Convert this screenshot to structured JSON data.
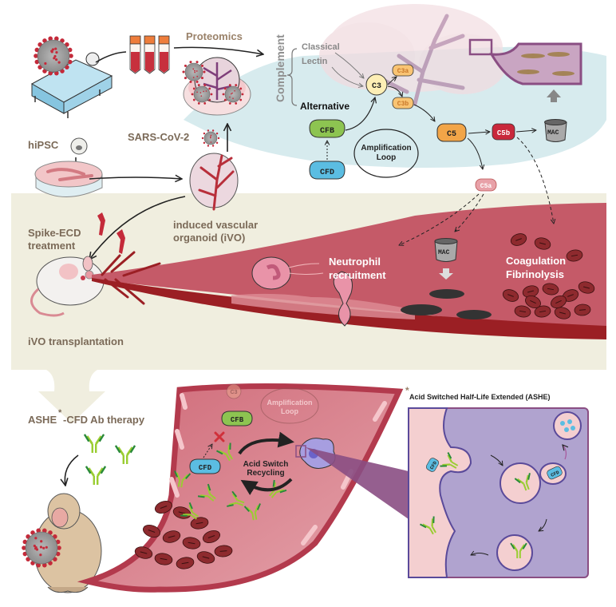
{
  "top": {
    "proteomics": "Proteomics",
    "sars_cov_2": "SARS-CoV-2",
    "hipsc": "hiPSC",
    "ivo_line1": "induced vascular",
    "ivo_line2": "organoid (iVO)",
    "spike_line1": "Spike-ECD",
    "spike_line2": "treatment",
    "transplant": "iVO transplantation"
  },
  "complement": {
    "title": "Complement",
    "pathways": [
      "Classical",
      "Lectin",
      "Alternative"
    ],
    "nodes": {
      "c3": "C3",
      "c3a": "C3a",
      "c3b": "C3b",
      "c5": "C5",
      "c5a": "C5a",
      "c5b": "C5b",
      "mac": "MAC",
      "cfb": "CFB",
      "cfd": "CFD"
    },
    "loop_line1": "Amplification",
    "loop_line2": "Loop"
  },
  "vessel": {
    "neutrophil_line1": "Neutrophil",
    "neutrophil_line2": "recruitment",
    "mac": "MAC",
    "coag_line1": "Coagulation",
    "coag_line2": "Fibrinolysis"
  },
  "therapy": {
    "label_prefix": "ASHE",
    "label_star": "*",
    "label_suffix": "-CFD Ab therapy",
    "c3": "C3",
    "loop_line1": "Amplification",
    "loop_line2": "Loop",
    "cfb": "CFB",
    "cfd": "CFD",
    "recycling_line1": "Acid Switch",
    "recycling_line2": "Recycling"
  },
  "ashe": {
    "star": "*",
    "title": "Acid Switched Half-Life Extended (ASHE)",
    "cfd_tags": [
      "CFD",
      "CFD"
    ]
  },
  "colors": {
    "band": "#f0eedf",
    "vessel": "#c55a68",
    "vessel_dark": "#9b1f24",
    "complement_bg": "#d7ebee",
    "cfb": "#8dc451",
    "cfd": "#5bbde2",
    "c3": "#fdeeb5",
    "c3ab": "#f9c473",
    "c5": "#f2a548",
    "c5b": "#c9283b",
    "c5a": "#e8a1a8",
    "label_brown": "#7b6a58",
    "ashe_panel": "#b0a3cf",
    "ashe_border": "#8a4e83"
  }
}
